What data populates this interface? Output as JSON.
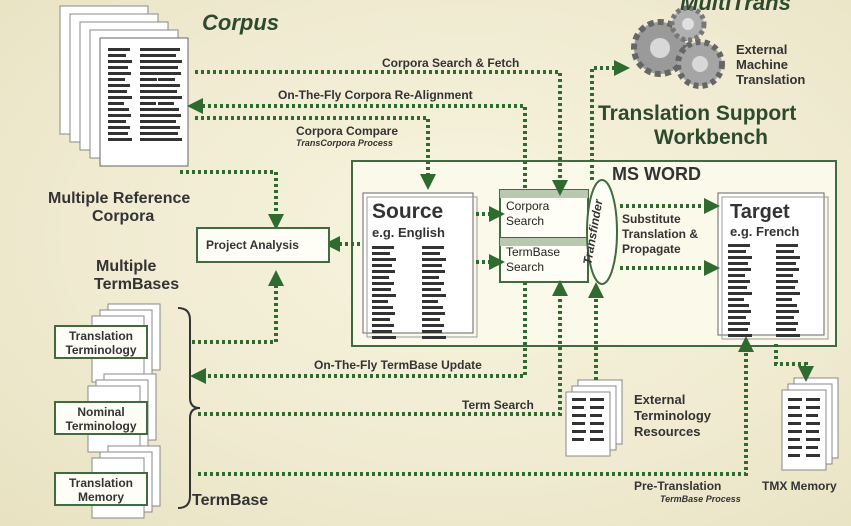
{
  "brand": "MultiTrans",
  "colors": {
    "accent": "#3f6b3f",
    "arrow": "#2f6a2f",
    "background": "#f3efcf"
  },
  "corpus": {
    "title": "Corpus",
    "caption_line1": "Multiple Reference",
    "caption_line2": "Corpora"
  },
  "machine_translation": {
    "line1": "External",
    "line2": "Machine",
    "line3": "Translation",
    "icon": "gears-icon"
  },
  "workbench": {
    "line1": "Translation Support",
    "line2": "Workbench"
  },
  "flows": {
    "corpora_search_fetch": "Corpora Search & Fetch",
    "realignment": "On-The-Fly Corpora Re-Alignment",
    "corpora_compare": "Corpora Compare",
    "corpora_compare_sub": "TransCorpora Process",
    "termbase_update": "On-The-Fly TermBase Update",
    "term_search": "Term Search",
    "pre_translation": "Pre-Translation",
    "pre_translation_sub": "TermBase Process",
    "substitute_line1": "Substitute",
    "substitute_line2": "Translation &",
    "substitute_line3": "Propagate"
  },
  "msword": {
    "title": "MS WORD",
    "source_title": "Source",
    "source_sub": "e.g. English",
    "target_title": "Target",
    "target_sub": "e.g. French",
    "corpora_search_line1": "Corpora",
    "corpora_search_line2": "Search",
    "termbase_search_line1": "TermBase",
    "termbase_search_line2": "Search",
    "transfinder": "Transfinder"
  },
  "project_analysis": "Project Analysis",
  "termbases": {
    "title_line1": "Multiple",
    "title_line2": "TermBases",
    "items": [
      {
        "line1": "Translation",
        "line2": "Terminology"
      },
      {
        "line1": "Nominal",
        "line2": "Terminology"
      },
      {
        "line1": "Translation",
        "line2": "Memory"
      }
    ],
    "caption": "TermBase"
  },
  "external_terminology": {
    "line1": "External",
    "line2": "Terminology",
    "line3": "Resources"
  },
  "tmx_memory": "TMX Memory"
}
